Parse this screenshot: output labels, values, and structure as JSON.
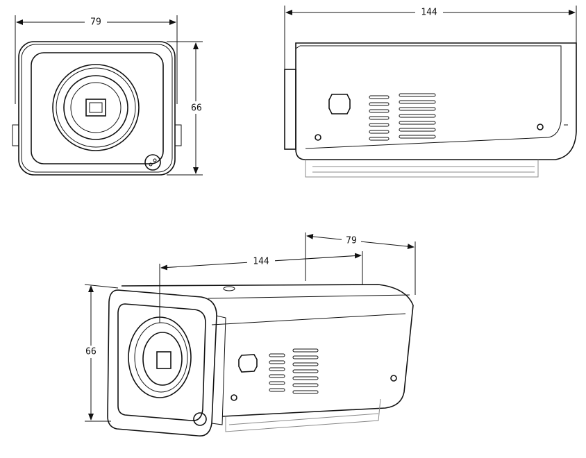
{
  "front_view": {
    "width_label": "79",
    "height_label": "66"
  },
  "side_view": {
    "length_label": "144"
  },
  "perspective_view": {
    "length_label": "144",
    "width_label": "79",
    "height_label": "66"
  }
}
